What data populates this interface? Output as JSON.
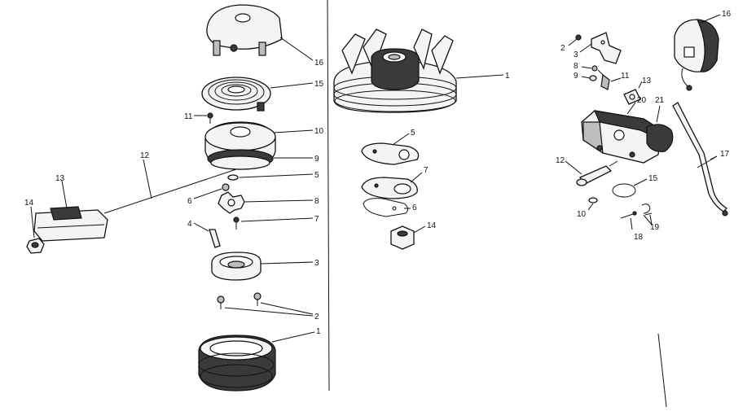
{
  "callouts": {
    "left": {
      "housing": "16",
      "spring": "15",
      "screw_small": "11",
      "pulley": "10",
      "rope": "12",
      "pulley_rim": "9",
      "handle": "13",
      "washer": "5",
      "nut": "14",
      "pin": "6",
      "ratchet": "8",
      "screw": "7",
      "pawl": "4",
      "cup": "3",
      "screws": "2",
      "starter_cup": "1"
    },
    "middle": {
      "flywheel": "1",
      "plate_top": "5",
      "plate_mid": "7",
      "gasket": "6",
      "nut": "14"
    },
    "right": {
      "cover": "16",
      "screw_a": "2",
      "bracket": "3",
      "screw_b": "8",
      "washer_a": "9",
      "link": "11",
      "gasket": "13",
      "body": "20",
      "float": "21",
      "tube": "17",
      "shaft": "12",
      "seal": "15",
      "washer_b": "10",
      "pin": "18",
      "clip": "19"
    }
  }
}
